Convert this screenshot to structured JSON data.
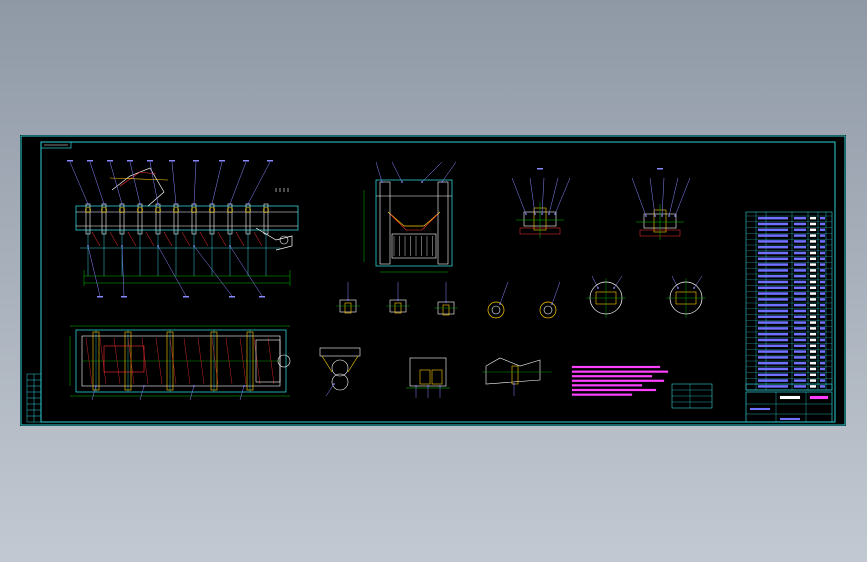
{
  "viewer": {
    "background_top": "#8f99a6",
    "background_bottom": "#c3c9d2"
  },
  "drawing": {
    "paper_color": "#000000",
    "border_color": "#2fd0d6",
    "line_colors": {
      "outline": "#2fd0d6",
      "detail": "#ffffff",
      "dimension": "#00c000",
      "callout": "#8888ff",
      "hidden": "#ff3030",
      "highlight": "#ffd000",
      "notes": "#ff40ff",
      "table_fill": "#7070ff"
    },
    "views": [
      "front-elevation",
      "plan-view",
      "cross-section",
      "detail-1",
      "detail-2",
      "idler-1",
      "idler-2",
      "idler-3",
      "pulley-1",
      "pulley-2",
      "bearing-1",
      "bearing-2",
      "part-1",
      "part-2",
      "part-3",
      "technical-notes",
      "parts-list",
      "title-block"
    ]
  }
}
